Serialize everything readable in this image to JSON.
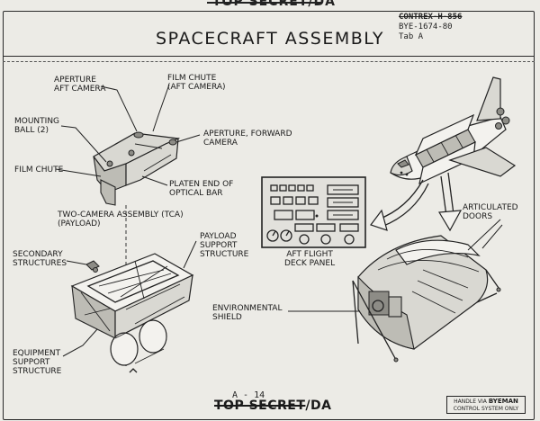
{
  "header": {
    "title": "SPACECRAFT ASSEMBLY",
    "top_marking": "TOP SECRET/DA",
    "control_number": "CONTREX-H-856",
    "document_number": "BYE-1674-80",
    "tab": "Tab A"
  },
  "labels": {
    "aperture_aft_camera": "APERTURE\nAFT CAMERA",
    "film_chute_aft_camera": "FILM CHUTE\n(AFT CAMERA)",
    "mounting_ball": "MOUNTING\nBALL (2)",
    "aperture_forward_camera": "APERTURE, FORWARD\nCAMERA",
    "film_chute": "FILM CHUTE",
    "platen_end": "PLATEN END OF\nOPTICAL BAR",
    "tca": "TWO-CAMERA ASSEMBLY (TCA)\n(PAYLOAD)",
    "secondary_structures": "SECONDARY\nSTRUCTURES",
    "payload_support_structure": "PAYLOAD\nSUPPORT\nSTRUCTURE",
    "aft_flight_deck_panel": "AFT FLIGHT\nDECK PANEL",
    "articulated_doors": "ARTICULATED\nDOORS",
    "environmental_shield": "ENVIRONMENTAL\nSHIELD",
    "equipment_support_structure": "EQUIPMENT\nSUPPORT\nSTRUCTURE"
  },
  "footer": {
    "page_number": "A - 14",
    "classification_struck": "TOP SECRET",
    "classification_suffix": "/DA",
    "handle_line1": "HANDLE VIA",
    "handle_system": "BYEMAN",
    "handle_line2": "CONTROL SYSTEM ONLY"
  },
  "colors": {
    "ink": "#222222",
    "paper": "#ecebe6"
  }
}
